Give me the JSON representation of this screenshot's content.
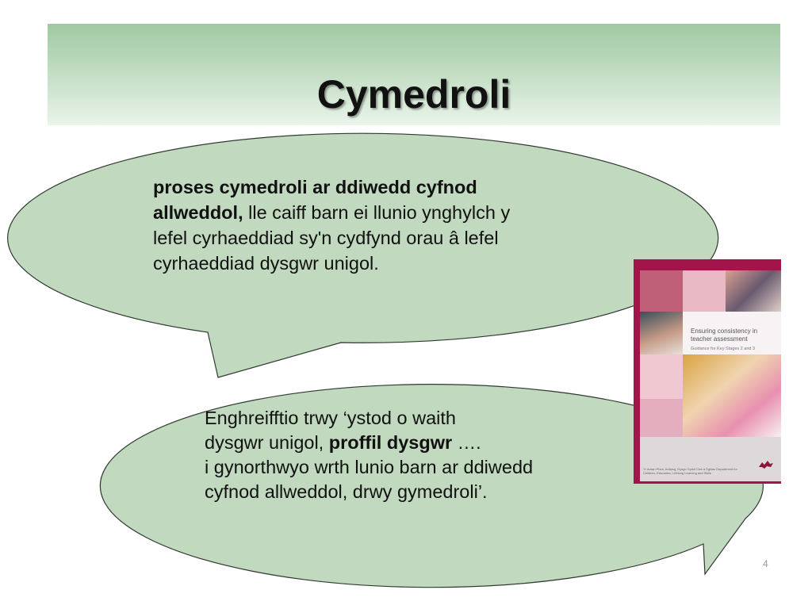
{
  "slide": {
    "title": "Cymedroli",
    "page_number": "4"
  },
  "bubble1": {
    "bold_part1": "proses cymedroli ar ddiwedd cyfnod",
    "bold_part2": "allweddol,",
    "text_part2": " lle caiff barn ei llunio ynghylch y",
    "line3": "lefel cyrhaeddiad sy'n cydfynd orau â lefel",
    "line4": "cyrhaeddiad dysgwr unigol."
  },
  "bubble2": {
    "line1": "Enghreifftio trwy ‘ystod o waith",
    "line2_pre": "dysgwr unigol, ",
    "line2_bold": "proffil dysgwr",
    "line2_post": " ….",
    "line3": "i gynorthwyo wrth lunio barn ar ddiwedd",
    "line4": "cyfnod allweddol, drwy gymedroli’."
  },
  "booklet": {
    "title": "Ensuring consistency in teacher assessment",
    "subtitle": "Guidance for Key Stages 2 and 3",
    "footer": "Yr Adran Plant, Addysg, Dysgu Gydol Oes a Sgiliau Department for Children, Education, Lifelong Learning and Skills",
    "logo_icon": "welsh-dragon-icon"
  },
  "colors": {
    "bubble_fill": "#c1d9be",
    "bubble_stroke": "#2e3a2e",
    "cover_frame": "#a3144a",
    "title_band_top": "#9fc9a1"
  }
}
